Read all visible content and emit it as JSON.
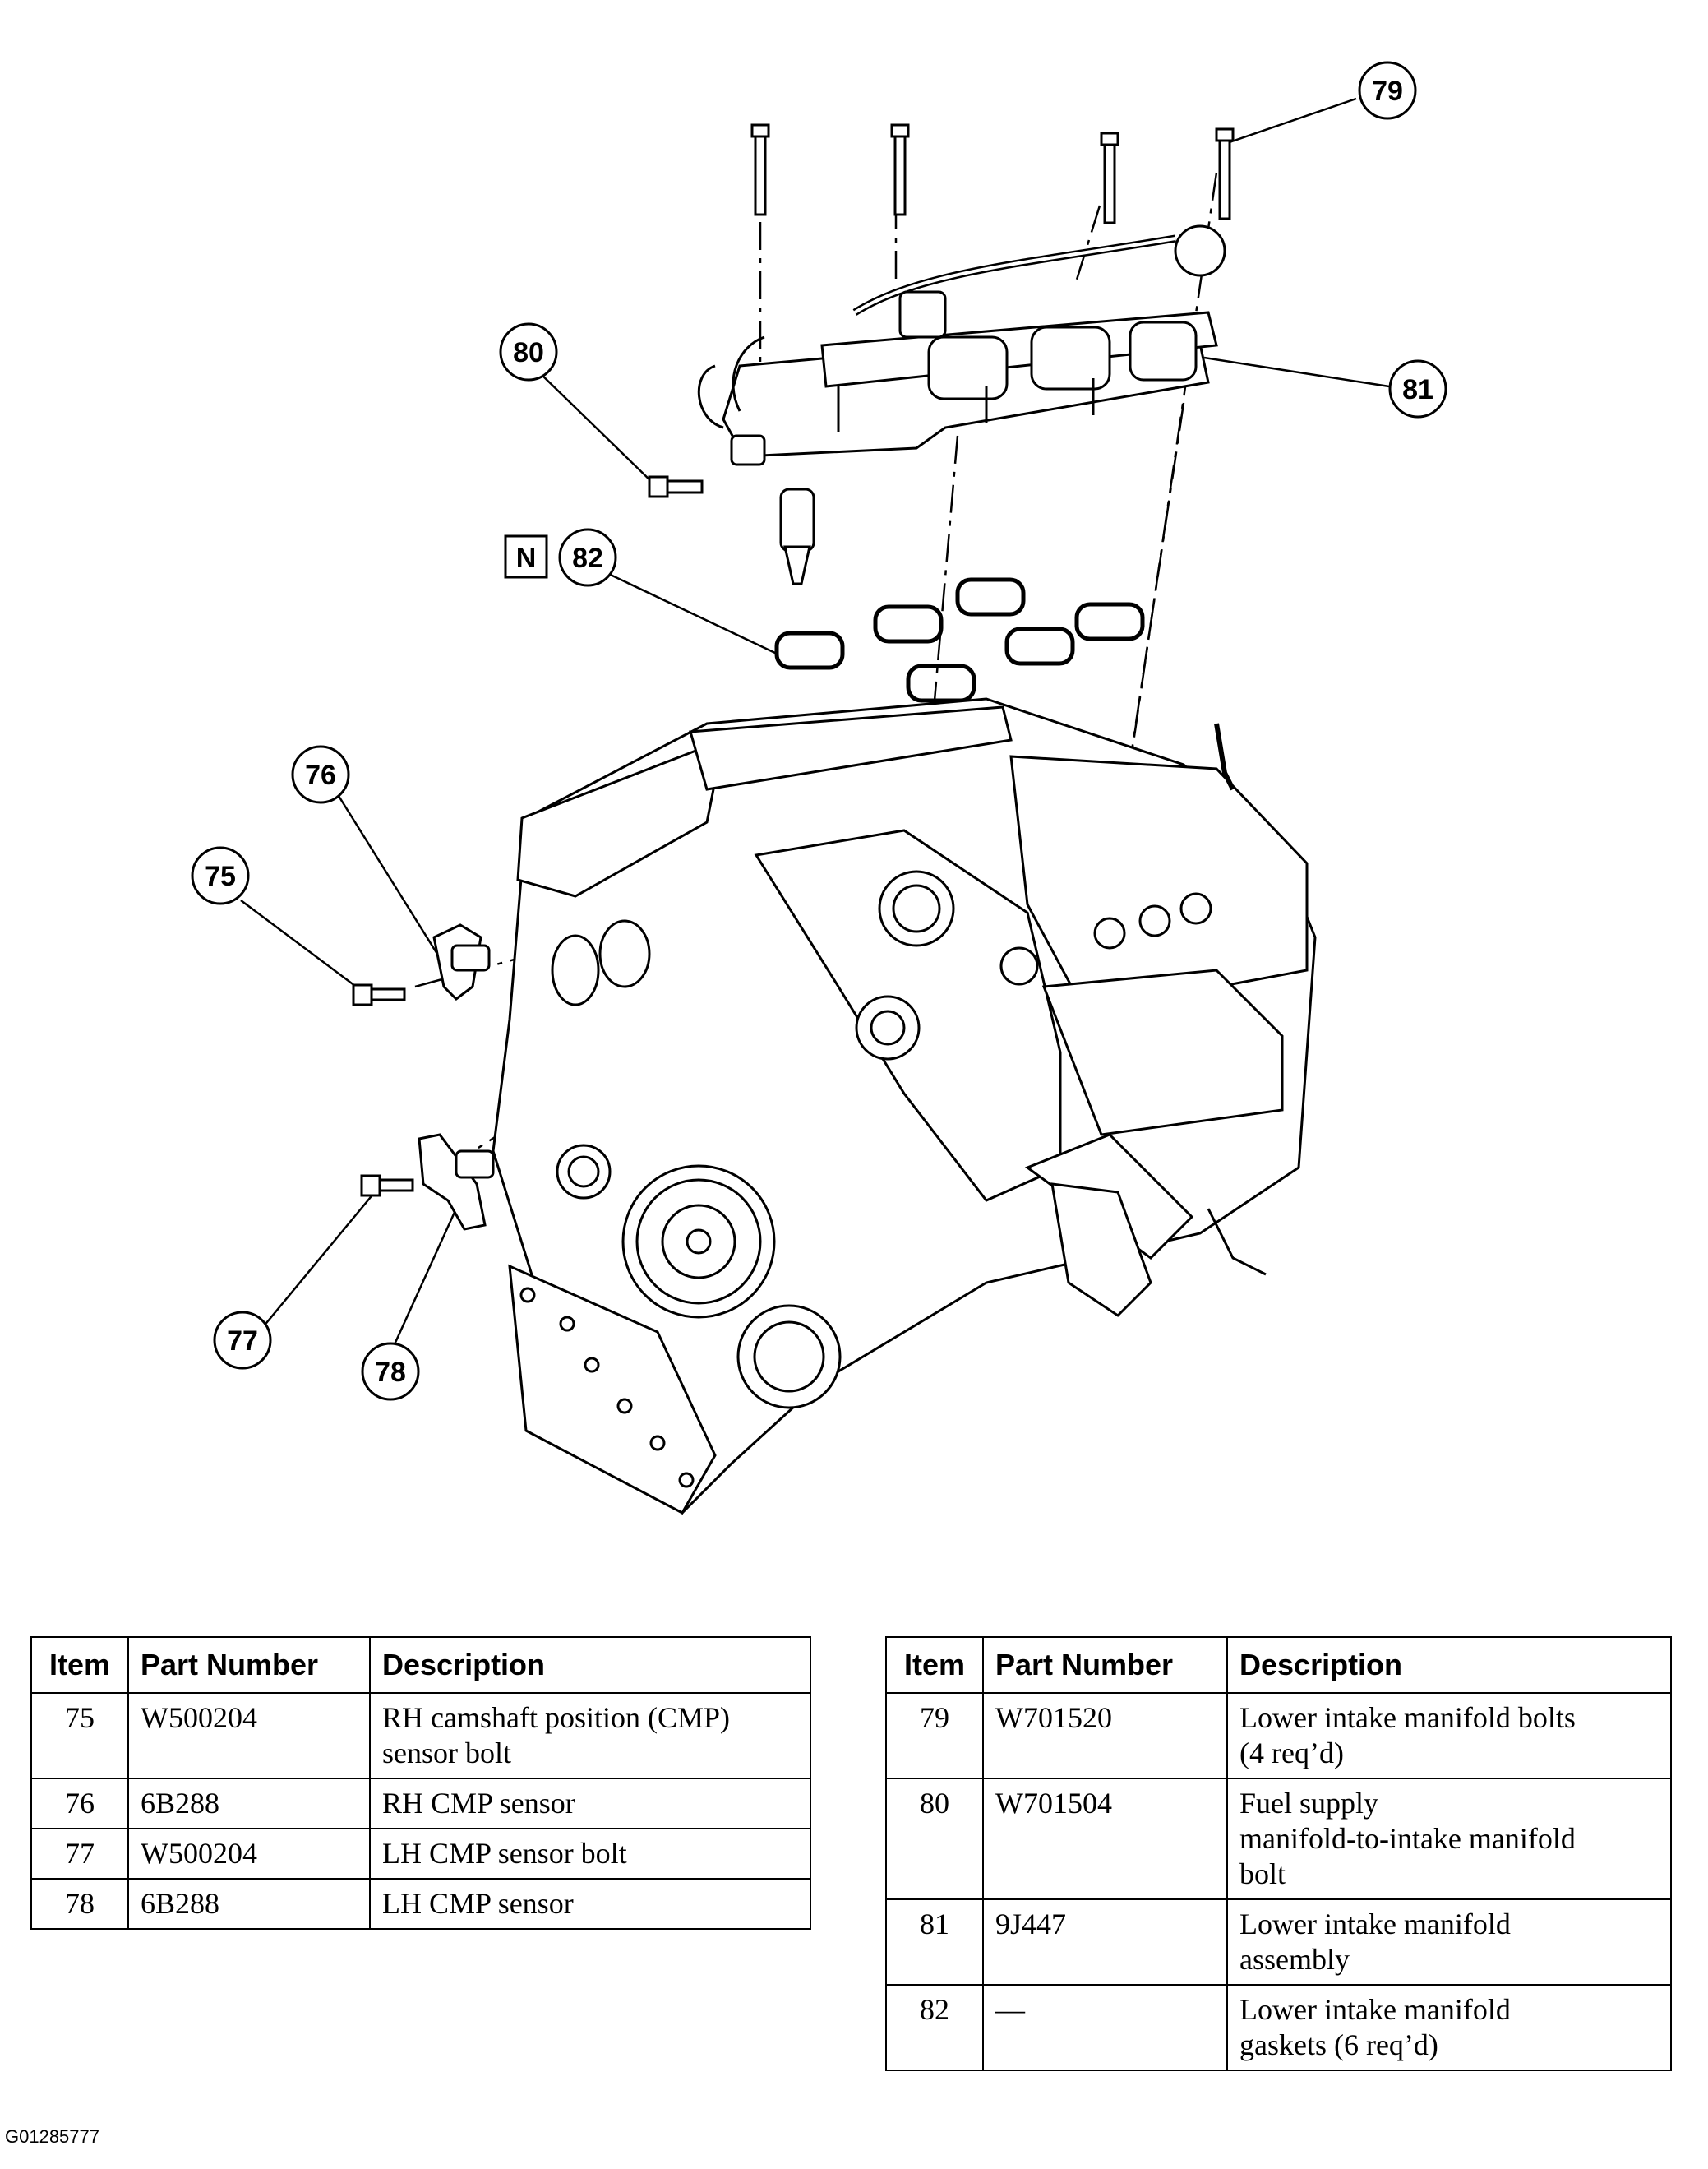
{
  "callouts": {
    "c75": "75",
    "c76": "76",
    "c77": "77",
    "c78": "78",
    "c79": "79",
    "c80": "80",
    "c81": "81",
    "c82": "82",
    "new_part_tag": "N"
  },
  "table_headers": {
    "item": "Item",
    "part_number": "Part Number",
    "description": "Description"
  },
  "table_left": [
    {
      "item": "75",
      "part": "W500204",
      "desc": "RH camshaft position (CMP)\nsensor bolt"
    },
    {
      "item": "76",
      "part": "6B288",
      "desc": "RH CMP sensor"
    },
    {
      "item": "77",
      "part": "W500204",
      "desc": "LH CMP sensor bolt"
    },
    {
      "item": "78",
      "part": "6B288",
      "desc": "LH CMP sensor"
    }
  ],
  "table_right": [
    {
      "item": "79",
      "part": "W701520",
      "desc": "Lower intake manifold bolts\n(4 req’d)"
    },
    {
      "item": "80",
      "part": "W701504",
      "desc": "Fuel supply\nmanifold-to-intake manifold\nbolt"
    },
    {
      "item": "81",
      "part": "9J447",
      "desc": "Lower intake manifold\nassembly"
    },
    {
      "item": "82",
      "part": "—",
      "desc": "Lower intake manifold\ngaskets (6 req’d)"
    }
  ],
  "figure_id": "G01285777"
}
